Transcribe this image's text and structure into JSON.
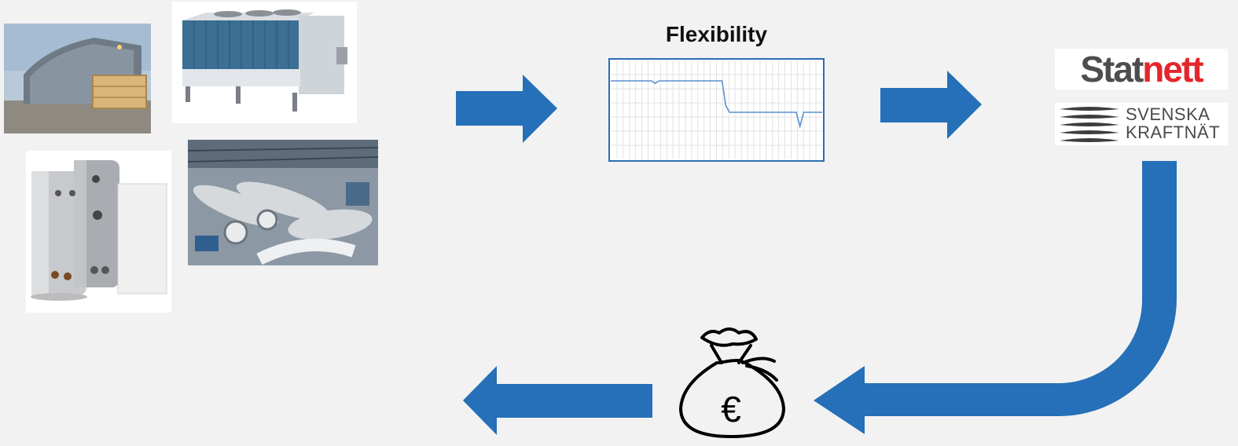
{
  "title": "Flexibility",
  "logos": {
    "statnett_part1": "Stat",
    "statnett_part2": "nett",
    "svenska_line1": "SVENSKA",
    "svenska_line2": "KRAFTNÄT"
  },
  "icons": {
    "money_bag": "money-bag-icon",
    "currency_symbol": "€"
  },
  "colors": {
    "arrow": "#2570b8",
    "statnett_grey": "#4d4d4d",
    "statnett_red": "#e4262b",
    "background": "#f2f2f2"
  },
  "chart_data": {
    "type": "line",
    "title": "",
    "xlabel": "",
    "ylabel": "",
    "grid": true,
    "series": [
      {
        "values": [
          1.0,
          1.0,
          1.0,
          1.0,
          1.0,
          1.0,
          1.0,
          1.0,
          1.0,
          1.0,
          1.0,
          1.0,
          0.92,
          1.0,
          1.0,
          1.0,
          1.0,
          1.0,
          1.0,
          1.0,
          1.0,
          1.0,
          1.0,
          1.0,
          1.0,
          1.0,
          1.0,
          1.0,
          1.0,
          1.0,
          1.0,
          0.22,
          0.0,
          0.0,
          0.0,
          0.0,
          0.0,
          0.0,
          0.0,
          0.0,
          0.0,
          0.0,
          0.0,
          0.0,
          0.0,
          0.0,
          0.0,
          0.0,
          0.0,
          0.0,
          0.0,
          -0.45,
          0.0,
          0.0,
          0.0,
          0.0,
          0.0,
          0.0
        ]
      }
    ]
  }
}
